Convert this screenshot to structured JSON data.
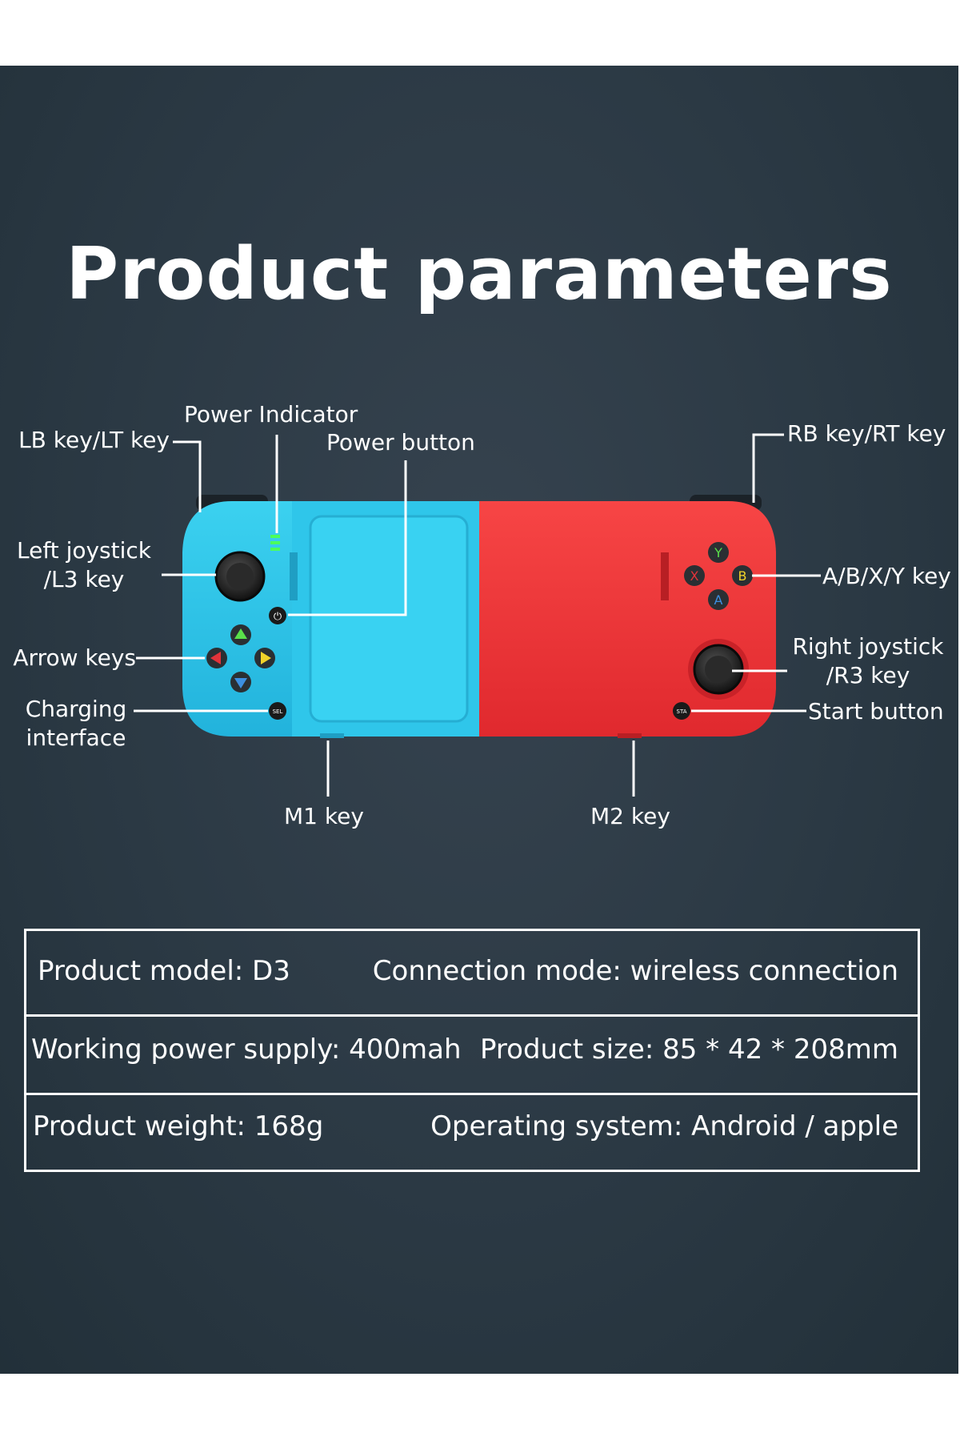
{
  "title": "Product parameters",
  "callouts": {
    "lb_lt": "LB key/LT key",
    "power_indicator": "Power Indicator",
    "power_button": "Power button",
    "rb_rt": "RB key/RT key",
    "left_joystick_1": "Left joystick",
    "left_joystick_2": "/L3 key",
    "abxy": "A/B/X/Y key",
    "arrow_keys": "Arrow keys",
    "right_joystick_1": "Right joystick",
    "right_joystick_2": "/R3 key",
    "charging_1": "Charging",
    "charging_2": "interface",
    "start_button": "Start button",
    "m1": "M1 key",
    "m2": "M2 key"
  },
  "buttons": {
    "y": "Y",
    "b": "B",
    "x": "X",
    "a": "A",
    "sel": "SEL",
    "sta": "STA"
  },
  "colors": {
    "left_body": "#2cc4e8",
    "right_body": "#f03a3a",
    "background": "#2b3944"
  },
  "specs": [
    {
      "left": "Product model:  D3",
      "right": "Connection mode: wireless connection"
    },
    {
      "left": "Working power supply: 400mah",
      "right": "Product size: 85 * 42 * 208mm"
    },
    {
      "left": "Product weight: 168g",
      "right": "Operating system: Android / apple"
    }
  ]
}
